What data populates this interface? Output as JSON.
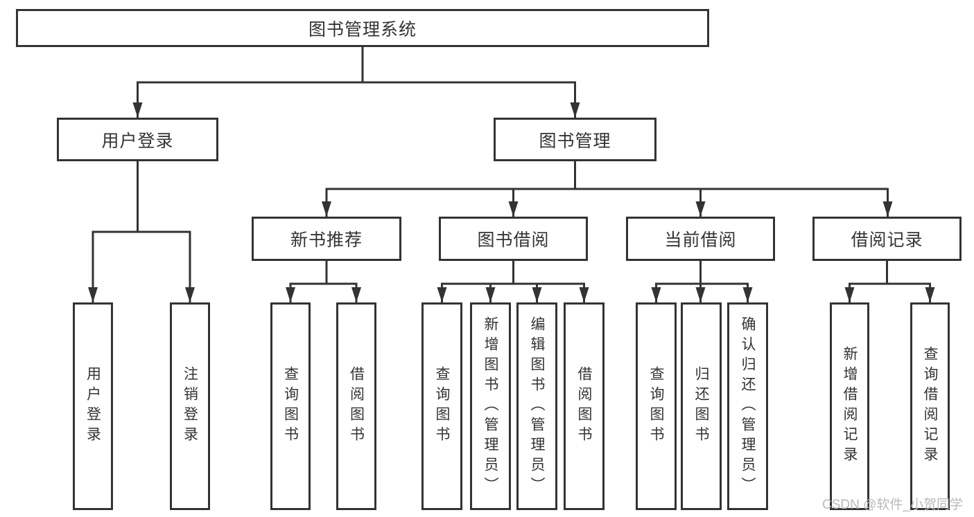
{
  "diagram": {
    "root": {
      "label": "图书管理系统"
    },
    "branches": [
      {
        "label": "用户登录",
        "children": [
          {
            "label": "用户登录"
          },
          {
            "label": "注销登录"
          }
        ]
      },
      {
        "label": "图书管理",
        "children": [
          {
            "label": "新书推荐",
            "children": [
              {
                "label": "查询图书"
              },
              {
                "label": "借阅图书"
              }
            ]
          },
          {
            "label": "图书借阅",
            "children": [
              {
                "label": "查询图书"
              },
              {
                "label": "新增图书（管理员）"
              },
              {
                "label": "编辑图书（管理员）"
              },
              {
                "label": "借阅图书"
              }
            ]
          },
          {
            "label": "当前借阅",
            "children": [
              {
                "label": "查询图书"
              },
              {
                "label": "归还图书"
              },
              {
                "label": "确认归还（管理员）"
              }
            ]
          },
          {
            "label": "借阅记录",
            "children": [
              {
                "label": "新增借阅记录"
              },
              {
                "label": "查询借阅记录"
              }
            ]
          }
        ]
      }
    ]
  },
  "watermark": {
    "text": "CSDN @软件_小贺同学"
  },
  "colors": {
    "line": "#333333",
    "text": "#333333",
    "box-bg": "#ffffff",
    "background": "#ffffff",
    "watermark": "#b9b9b9"
  }
}
